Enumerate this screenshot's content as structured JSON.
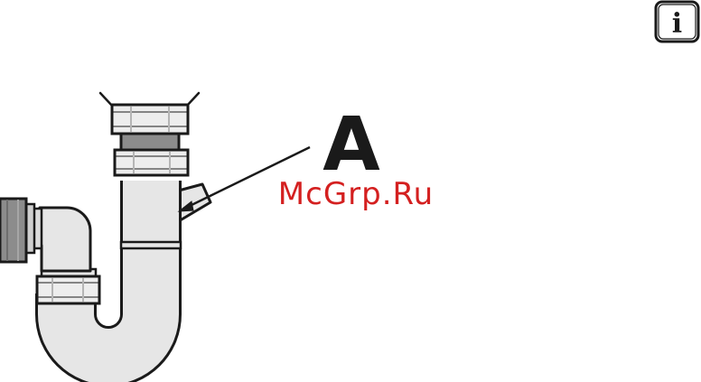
{
  "diagram": {
    "callout_label": "A",
    "watermark_text": "McGrp.Ru",
    "info_icon": "info-icon",
    "info_icon_glyph": "i",
    "colors": {
      "pipe_fill": "#e6e6e6",
      "nut_fill": "#ededed",
      "gasket_fill": "#8c8c8c",
      "outline": "#1a1a1a",
      "watermark": "#d42020"
    }
  }
}
